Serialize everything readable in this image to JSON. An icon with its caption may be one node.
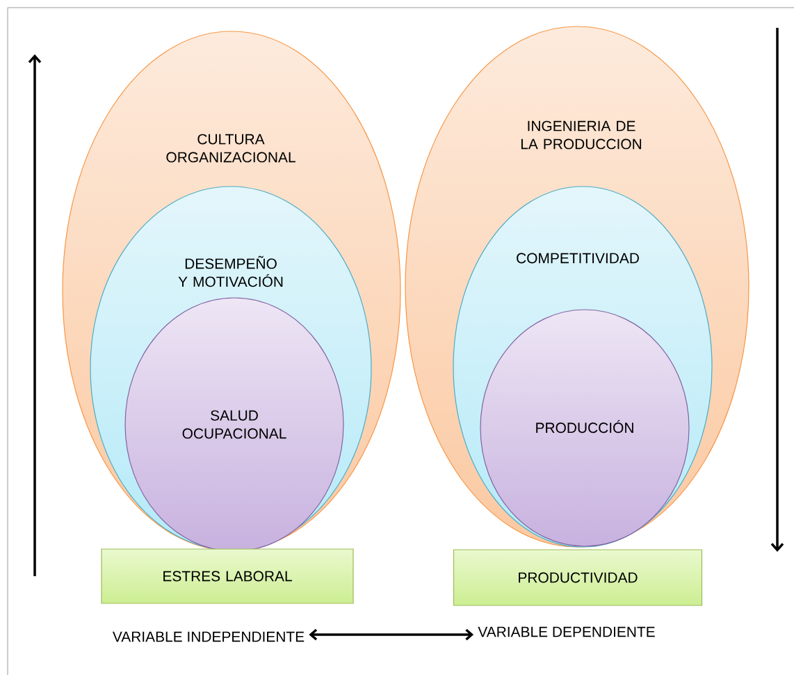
{
  "diagram": {
    "nodes": [
      {
        "text": [
          "CULTURA ORGANIZACIONAL"
        ]
      },
      {
        "text": [
          "DESEMPEÑO Y MOTIVACIÓN"
        ],
        "in": 0
      },
      {
        "text": [
          "SALUD OCUPACIONAL"
        ],
        "in": 1
      },
      {
        "text": [
          "ESTRES LABORAL"
        ]
      },
      {
        "text": [
          "INGENIERIA DE LA PRODUCCION"
        ]
      },
      {
        "text": [
          "COMPETITIVIDAD"
        ],
        "in": 4
      },
      {
        "text": [
          "PRODUCCIÓN"
        ],
        "in": 5
      },
      {
        "text": [
          "PRODUCTIVIDAD"
        ]
      },
      {
        "text": [
          "VARIABLE  INDEPENDIENTE"
        ]
      },
      {
        "text": [
          "VARIABLE DEPENDIENTE"
        ]
      }
    ],
    "edges": [
      {
        "from": 8,
        "to": 9,
        "arrow": "both"
      }
    ]
  }
}
